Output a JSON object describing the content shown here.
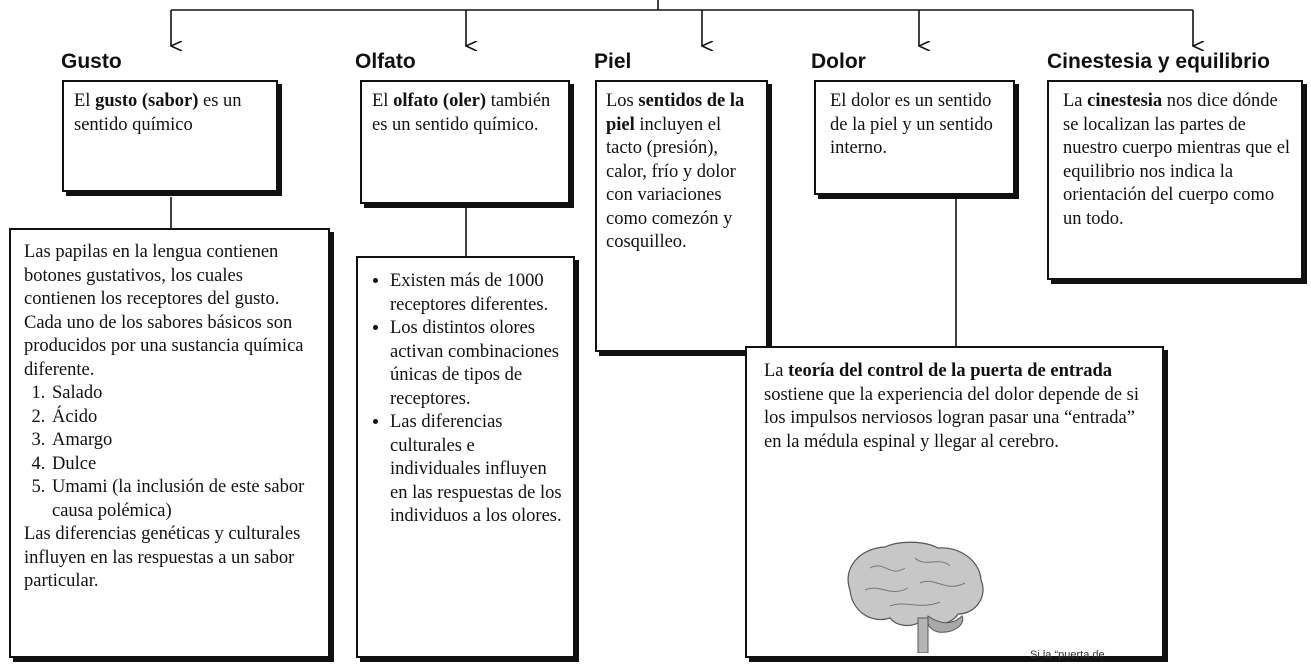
{
  "headings": {
    "gusto": "Gusto",
    "olfato": "Olfato",
    "piel": "Piel",
    "dolor": "Dolor",
    "cinestesia": "Cinestesia y equilibrio"
  },
  "gusto_box": {
    "pre": "El ",
    "bold": "gusto (sabor)",
    "post": " es un sentido químico"
  },
  "gusto_detail": {
    "intro": "Las papilas en la lengua contienen botones gustativos, los cuales contienen los receptores del gusto. Cada uno de los sabores básicos son producidos por una sustancia química diferente.",
    "items": [
      "Salado",
      "Ácido",
      "Amargo",
      "Dulce",
      "Umami (la inclusión de este sabor causa polémica)"
    ],
    "outro": "Las diferencias genéticas y culturales influyen en las respuestas a un sabor particular."
  },
  "olfato_box": {
    "pre": "El ",
    "bold": "olfato (oler)",
    "post": " también es un sentido químico."
  },
  "olfato_detail": {
    "bullets": [
      "Existen más de 1000 receptores diferentes.",
      "Los distintos olores activan combinaciones únicas de tipos de receptores.",
      "Las diferencias culturales e individuales influyen en las respuestas de los individuos a los olores."
    ]
  },
  "piel_box": {
    "pre": "Los ",
    "bold": "sentidos de la piel",
    "post": " incluyen el tacto (presión), calor, frío y dolor con variaciones como comezón y cosquilleo."
  },
  "dolor_box": {
    "text": "El dolor es un sentido de la piel y un sentido interno."
  },
  "dolor_detail": {
    "pre": "La ",
    "bold": "teoría del control de la puerta de entrada",
    "post": " sostiene que la experiencia del dolor depende de si los impulsos nerviosos logran pasar una “entrada” en la médula espinal y llegar al cerebro.",
    "figure_caption": "Si  la “puerta de"
  },
  "cinestesia_box": {
    "pre": "La ",
    "bold": "cinestesia",
    "post": " nos dice dónde se localizan las partes de nuestro cuerpo mientras que el equilibrio nos indica la orientación del cuerpo como un todo."
  },
  "colors": {
    "ink": "#111111",
    "brain": "#b8b8b8",
    "background": "#ffffff"
  }
}
